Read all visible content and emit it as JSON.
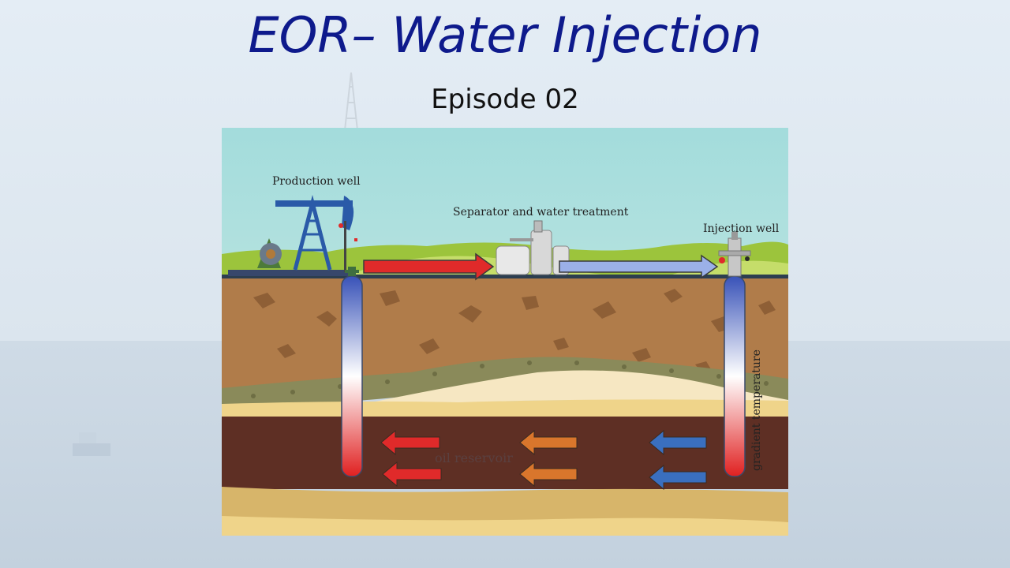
{
  "slide": {
    "title": "EOR– Water Injection",
    "subtitle": "Episode 02"
  },
  "diagram": {
    "labels": {
      "production_well": "Production well",
      "separator": "Separator and water treatment",
      "injection_well": "Injection well",
      "oil_reservoir": "oil reservoir",
      "gradient_temperature": "gradient temperature"
    },
    "colors": {
      "title": "#0e1a8c",
      "sky": "#a6dcdc",
      "grass": "#9cc43c",
      "soil": "#b07c4a",
      "reservoir": "#5e2f24",
      "hot_arrow": "#e02a2a",
      "warm_arrow": "#d9762c",
      "cold_arrow": "#3a6fbf",
      "injection_pipe": "#9bb0e8"
    }
  }
}
